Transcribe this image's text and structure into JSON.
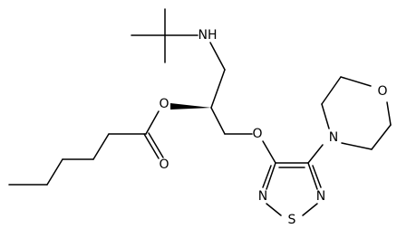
{
  "diagram": {
    "colors": {
      "background": "#ffffff",
      "ink": "#000000"
    },
    "atom_labels": {
      "amine_nitrogen": "NH",
      "ester_oxygen": "O",
      "carbonyl_oxygen": "O",
      "ether_oxygen": "O",
      "ring_nitrogen_left": "N",
      "ring_nitrogen_right": "N",
      "ring_sulfur": "S",
      "morpholine_nitrogen": "N",
      "morpholine_oxygen": "O"
    }
  }
}
